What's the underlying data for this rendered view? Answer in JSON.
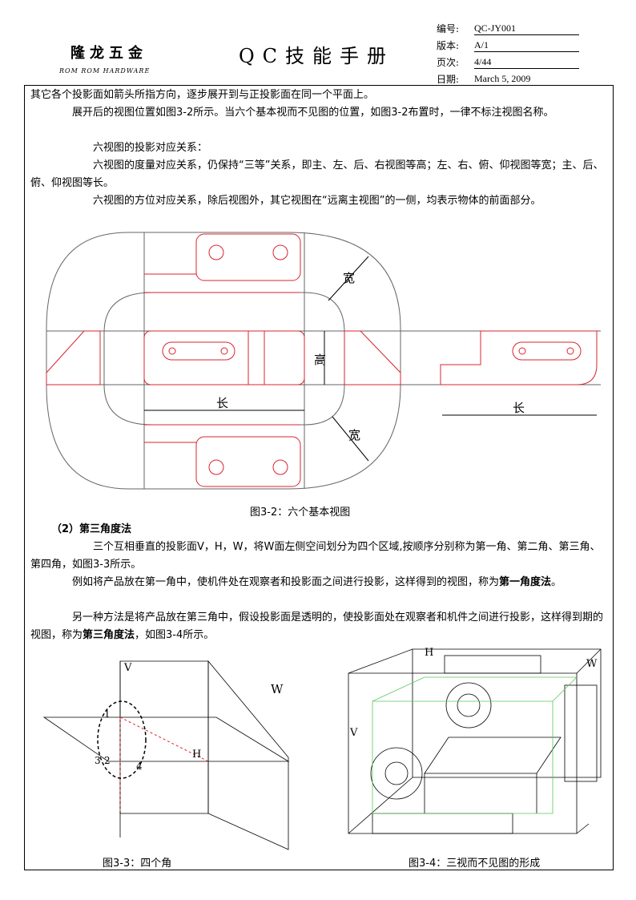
{
  "header": {
    "company_cn": "隆龙五金",
    "company_en": "ROM ROM HARDWARE",
    "title": "QC技能手册",
    "fields": [
      {
        "label": "编号:",
        "value": "QC-JY001"
      },
      {
        "label": "版本:",
        "value": "A/1"
      },
      {
        "label": "页次:",
        "value": "4/44"
      },
      {
        "label": "日期:",
        "value": "March 5, 2009"
      }
    ]
  },
  "body": {
    "p1": "其它各个投影面如箭头所指方向，逐步展开到与正投影面在同一个平面上。",
    "p2": "展开后的视图位置如图3-2所示。当六个基本视而不见图的位置，如图3-2布置时，一律不标注视图名称。",
    "p3": "六视图的投影对应关系：",
    "p4": "  六视图的度量对应关系，仍保持“三等”关系，即主、左、后、右视图等高；左、右、俯、仰视图等宽；主、后、俯、仰视图等长。",
    "p5": "  六视图的方位对应关系，除后视图外，其它视图在“远离主视图”的一侧，均表示物体的前面部分。",
    "fig32_caption": "图3-2：六个基本视图",
    "fig32_labels": {
      "width_top": "宽",
      "height": "高",
      "length_left": "长",
      "length_right": "长",
      "width_bottom": "宽"
    },
    "section_title": "（2）第三角度法",
    "p6": "  三个互相垂直的投影面V，H，W，将W面左侧空间划分为四个区域,按顺序分别称为第一角、第二角、第三角、第四角，如图3-3所示。",
    "p7_a": "例如将产品放在第一角中，使机件处在观察者和投影面之间进行投影，这样得到的视图，称为",
    "p7_b": "第一角度法",
    "p7_c": "。",
    "p8_a": "另一种方法是将产品放在第三角中，假设投影面是透明的，使投影面处在观察者和机件之间进行投影，这样得到期的视图，称为",
    "p8_b": "第三角度法",
    "p8_c": "，如图3-4所示。",
    "fig33_caption": "图3-3：四个角",
    "fig33_labels": {
      "v": "V",
      "w": "W",
      "h": "H",
      "n1": "1",
      "n2": "2",
      "n3": "3",
      "n4": "4"
    },
    "fig34_caption": "图3-4：三视而不见图的形成",
    "fig34_labels": {
      "h": "H",
      "w": "W",
      "v": "V"
    }
  }
}
